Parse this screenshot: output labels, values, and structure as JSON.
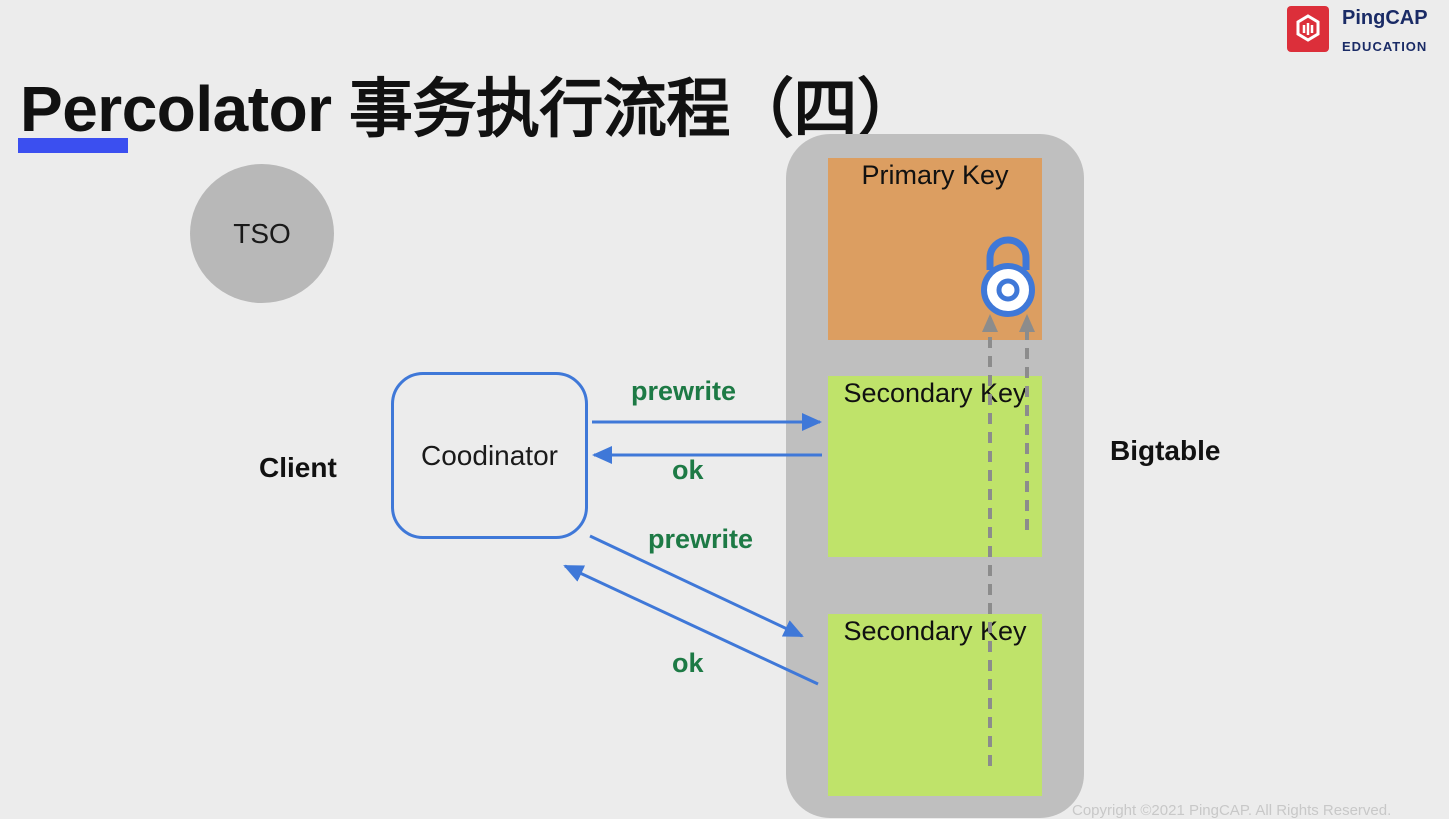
{
  "title": "Percolator 事务执行流程（四）",
  "brand": {
    "name": "PingCAP",
    "sub": "EDUCATION"
  },
  "nodes": {
    "tso": "TSO",
    "client": "Client",
    "coordinator": "Coodinator",
    "bigtable": "Bigtable",
    "primary_key": "Primary Key",
    "secondary_key_1": "Secondary Key",
    "secondary_key_2": "Secondary Key"
  },
  "flows": {
    "prewrite_1": "prewrite",
    "ok_1": "ok",
    "prewrite_2": "prewrite",
    "ok_2": "ok"
  },
  "icons": {
    "lock": "lock-icon",
    "logo": "pingcap-logo-icon"
  },
  "colors": {
    "accent": "#3b4ff0",
    "arrow": "#3f78d8",
    "label_green": "#1d7a45",
    "primary_cell": "#dc9e61",
    "secondary_cell": "#bfe36a"
  },
  "copyright": "Copyright ©2021 PingCAP. All Rights Reserved."
}
